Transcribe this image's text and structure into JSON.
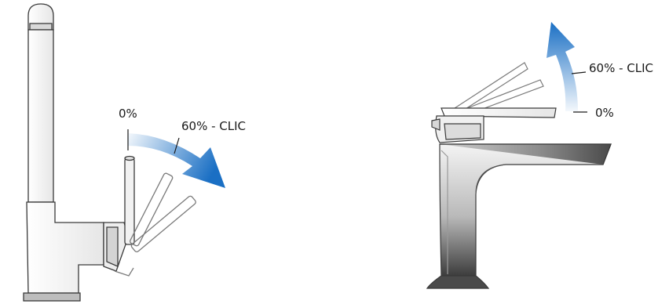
{
  "left_diagram": {
    "label_start": "0%",
    "label_clic": "60% - CLIC",
    "arrow_color": "#1a6fc4"
  },
  "right_diagram": {
    "label_start": "0%",
    "label_clic": "60% - CLIC",
    "arrow_color": "#1a6fc4"
  }
}
